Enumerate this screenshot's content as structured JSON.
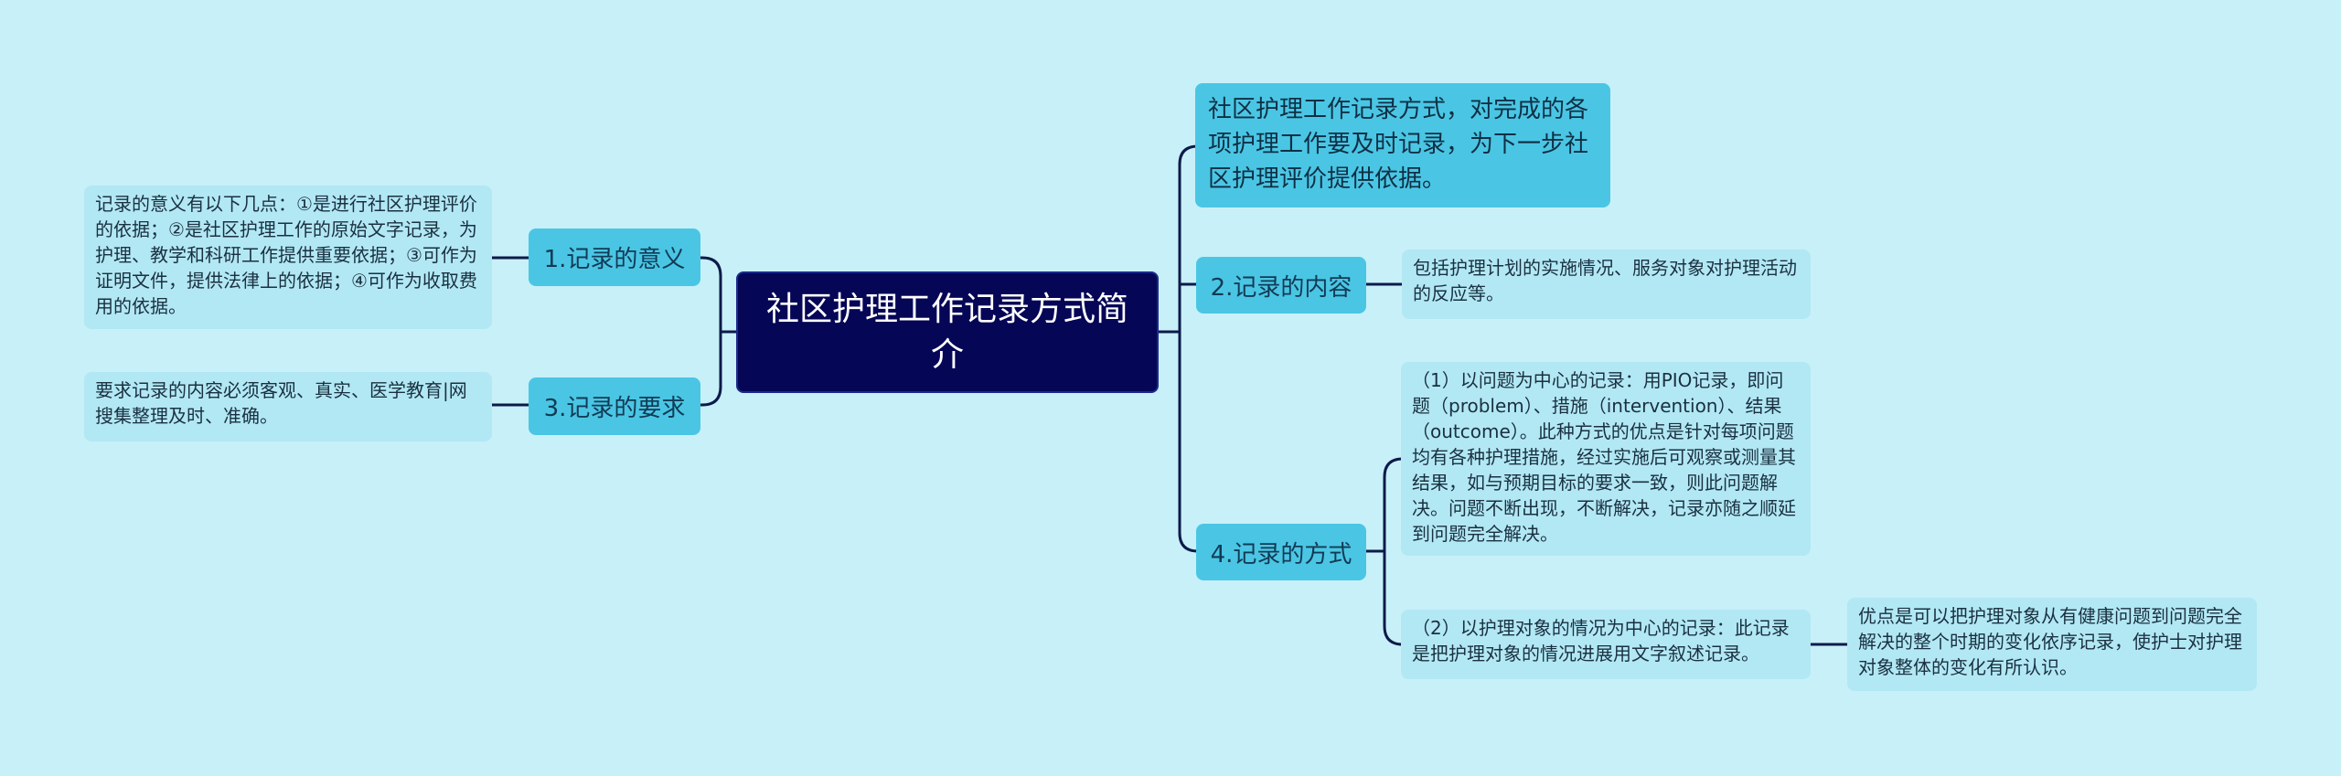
{
  "root": {
    "title": "社区护理工作记录方式简介"
  },
  "branches": [
    {
      "label": "社区护理工作记录方式，对完成的各项护理工作要及时记录，为下一步社区护理评价提供依据。"
    },
    {
      "label": "2.记录的内容",
      "detail": "包括护理计划的实施情况、服务对象对护理活动的反应等。"
    },
    {
      "label": "4.记录的方式",
      "children": [
        {
          "text": "（1）以问题为中心的记录：用PIO记录，即问题（problem）、措施（intervention）、结果（outcome）。此种方式的优点是针对每项问题均有各种护理措施，经过实施后可观察或测量其结果，如与预期目标的要求一致，则此问题解决。问题不断出现，不断解决，记录亦随之顺延到问题完全解决。"
        },
        {
          "text": "（2）以护理对象的情况为中心的记录：此记录是把护理对象的情况进展用文字叙述记录。",
          "note": "优点是可以把护理对象从有健康问题到问题完全解决的整个时期的变化依序记录，使护士对护理对象整体的变化有所认识。"
        }
      ]
    },
    {
      "label": "1.记录的意义",
      "detail": "记录的意义有以下几点：①是进行社区护理评价的依据；②是社区护理工作的原始文字记录，为护理、教学和科研工作提供重要依据；③可作为证明文件，提供法律上的依据；④可作为收取费用的依据。"
    },
    {
      "label": "3.记录的要求",
      "detail": "要求记录的内容必须客观、真实、医学教育|网搜集整理及时、准确。"
    }
  ],
  "colors": {
    "background": "#c8f0f8",
    "root": "#050656",
    "branch": "#4ac6e4",
    "leaf": "#b2e8f4",
    "line": "#0c1a4a"
  }
}
